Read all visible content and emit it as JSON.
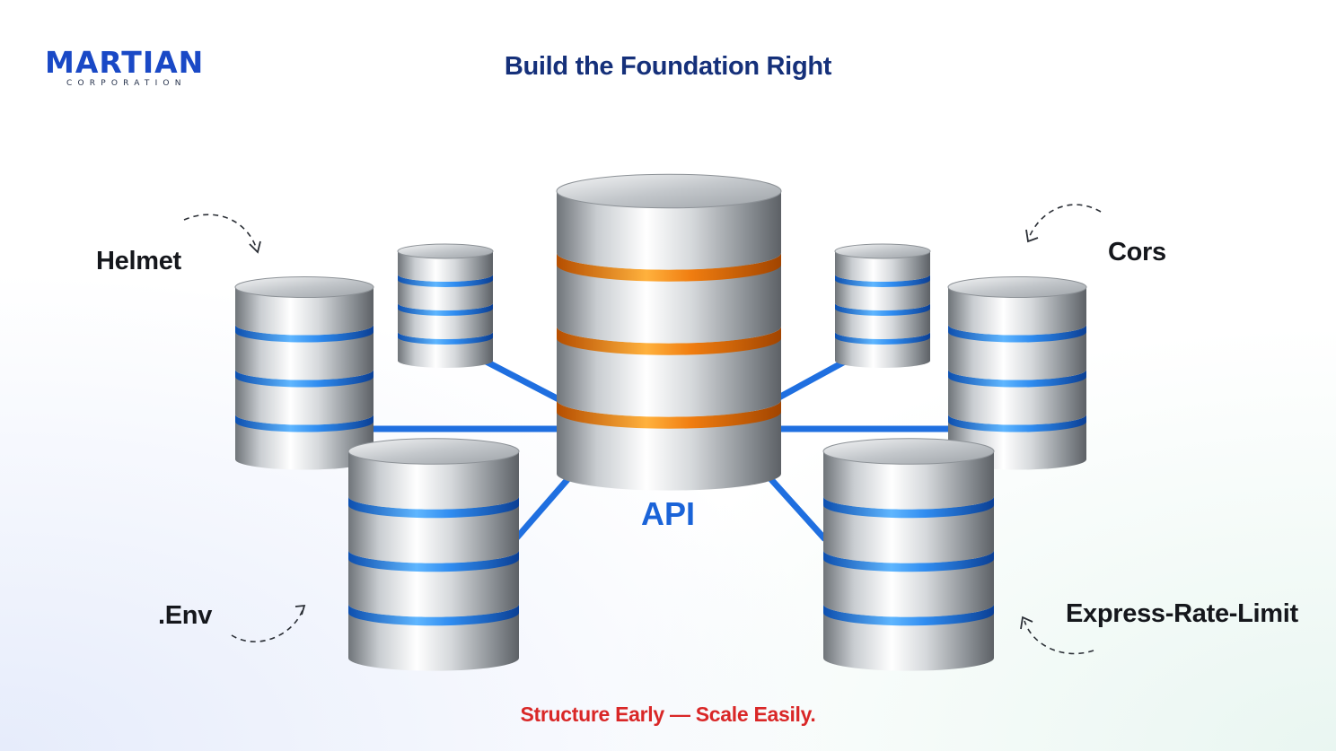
{
  "brand": {
    "name": "MARTIAN",
    "subtitle": "CORPORATION"
  },
  "title": "Build the Foundation Right",
  "center": {
    "label": "API",
    "icon": "database-stack-icon",
    "ring_color": "#f07d10"
  },
  "nodes": [
    {
      "id": "helmet",
      "label": "Helmet"
    },
    {
      "id": "cors",
      "label": "Cors"
    },
    {
      "id": "env",
      "label": ".Env"
    },
    {
      "id": "express-rate-limit",
      "label": "Express-Rate-Limit"
    }
  ],
  "colors": {
    "brand": "#1a49c6",
    "title": "#15307a",
    "api": "#1a63d8",
    "connector": "#1f6fe0",
    "satellite_ring": "#2f8cf0",
    "tagline": "#d92727"
  },
  "tagline": "Structure Early — Scale Easily."
}
